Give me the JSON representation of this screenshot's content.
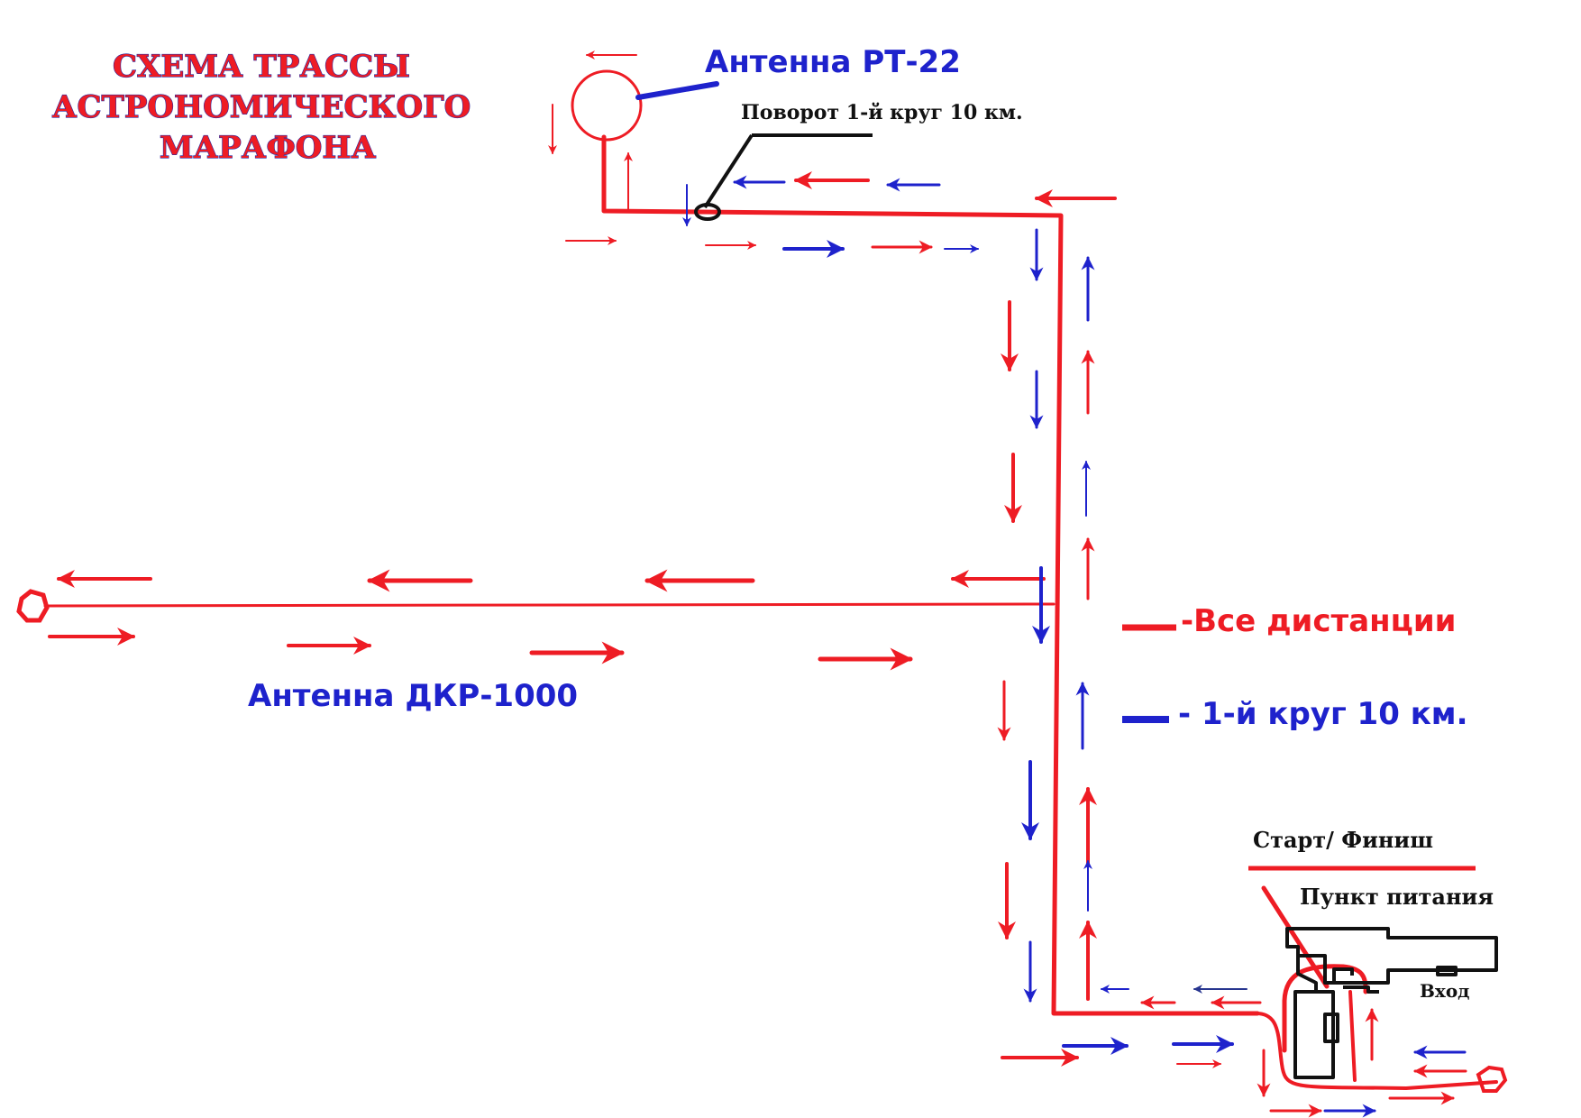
{
  "title": {
    "line1": "СХЕМА  ТРАССЫ",
    "line2": "АСТРОНОМИЧЕСКОГО",
    "line3": "МАРАФОНА"
  },
  "labels": {
    "antenna_rt22": "Антенна РТ-22",
    "turn_first_lap": "Поворот 1-й круг 10 км.",
    "antenna_dkr1000": "Антенна ДКР-1000",
    "start_finish": "Старт/ Финиш",
    "food_point": "Пункт питания",
    "entrance": "Вход"
  },
  "legend": {
    "all_distances": "-Все дистанции",
    "first_lap": "- 1-й круг 10 км."
  },
  "colors": {
    "all_distances": "#ee1c24",
    "first_lap": "#1e22cc",
    "building": "#111111",
    "background": "#ffffff"
  }
}
